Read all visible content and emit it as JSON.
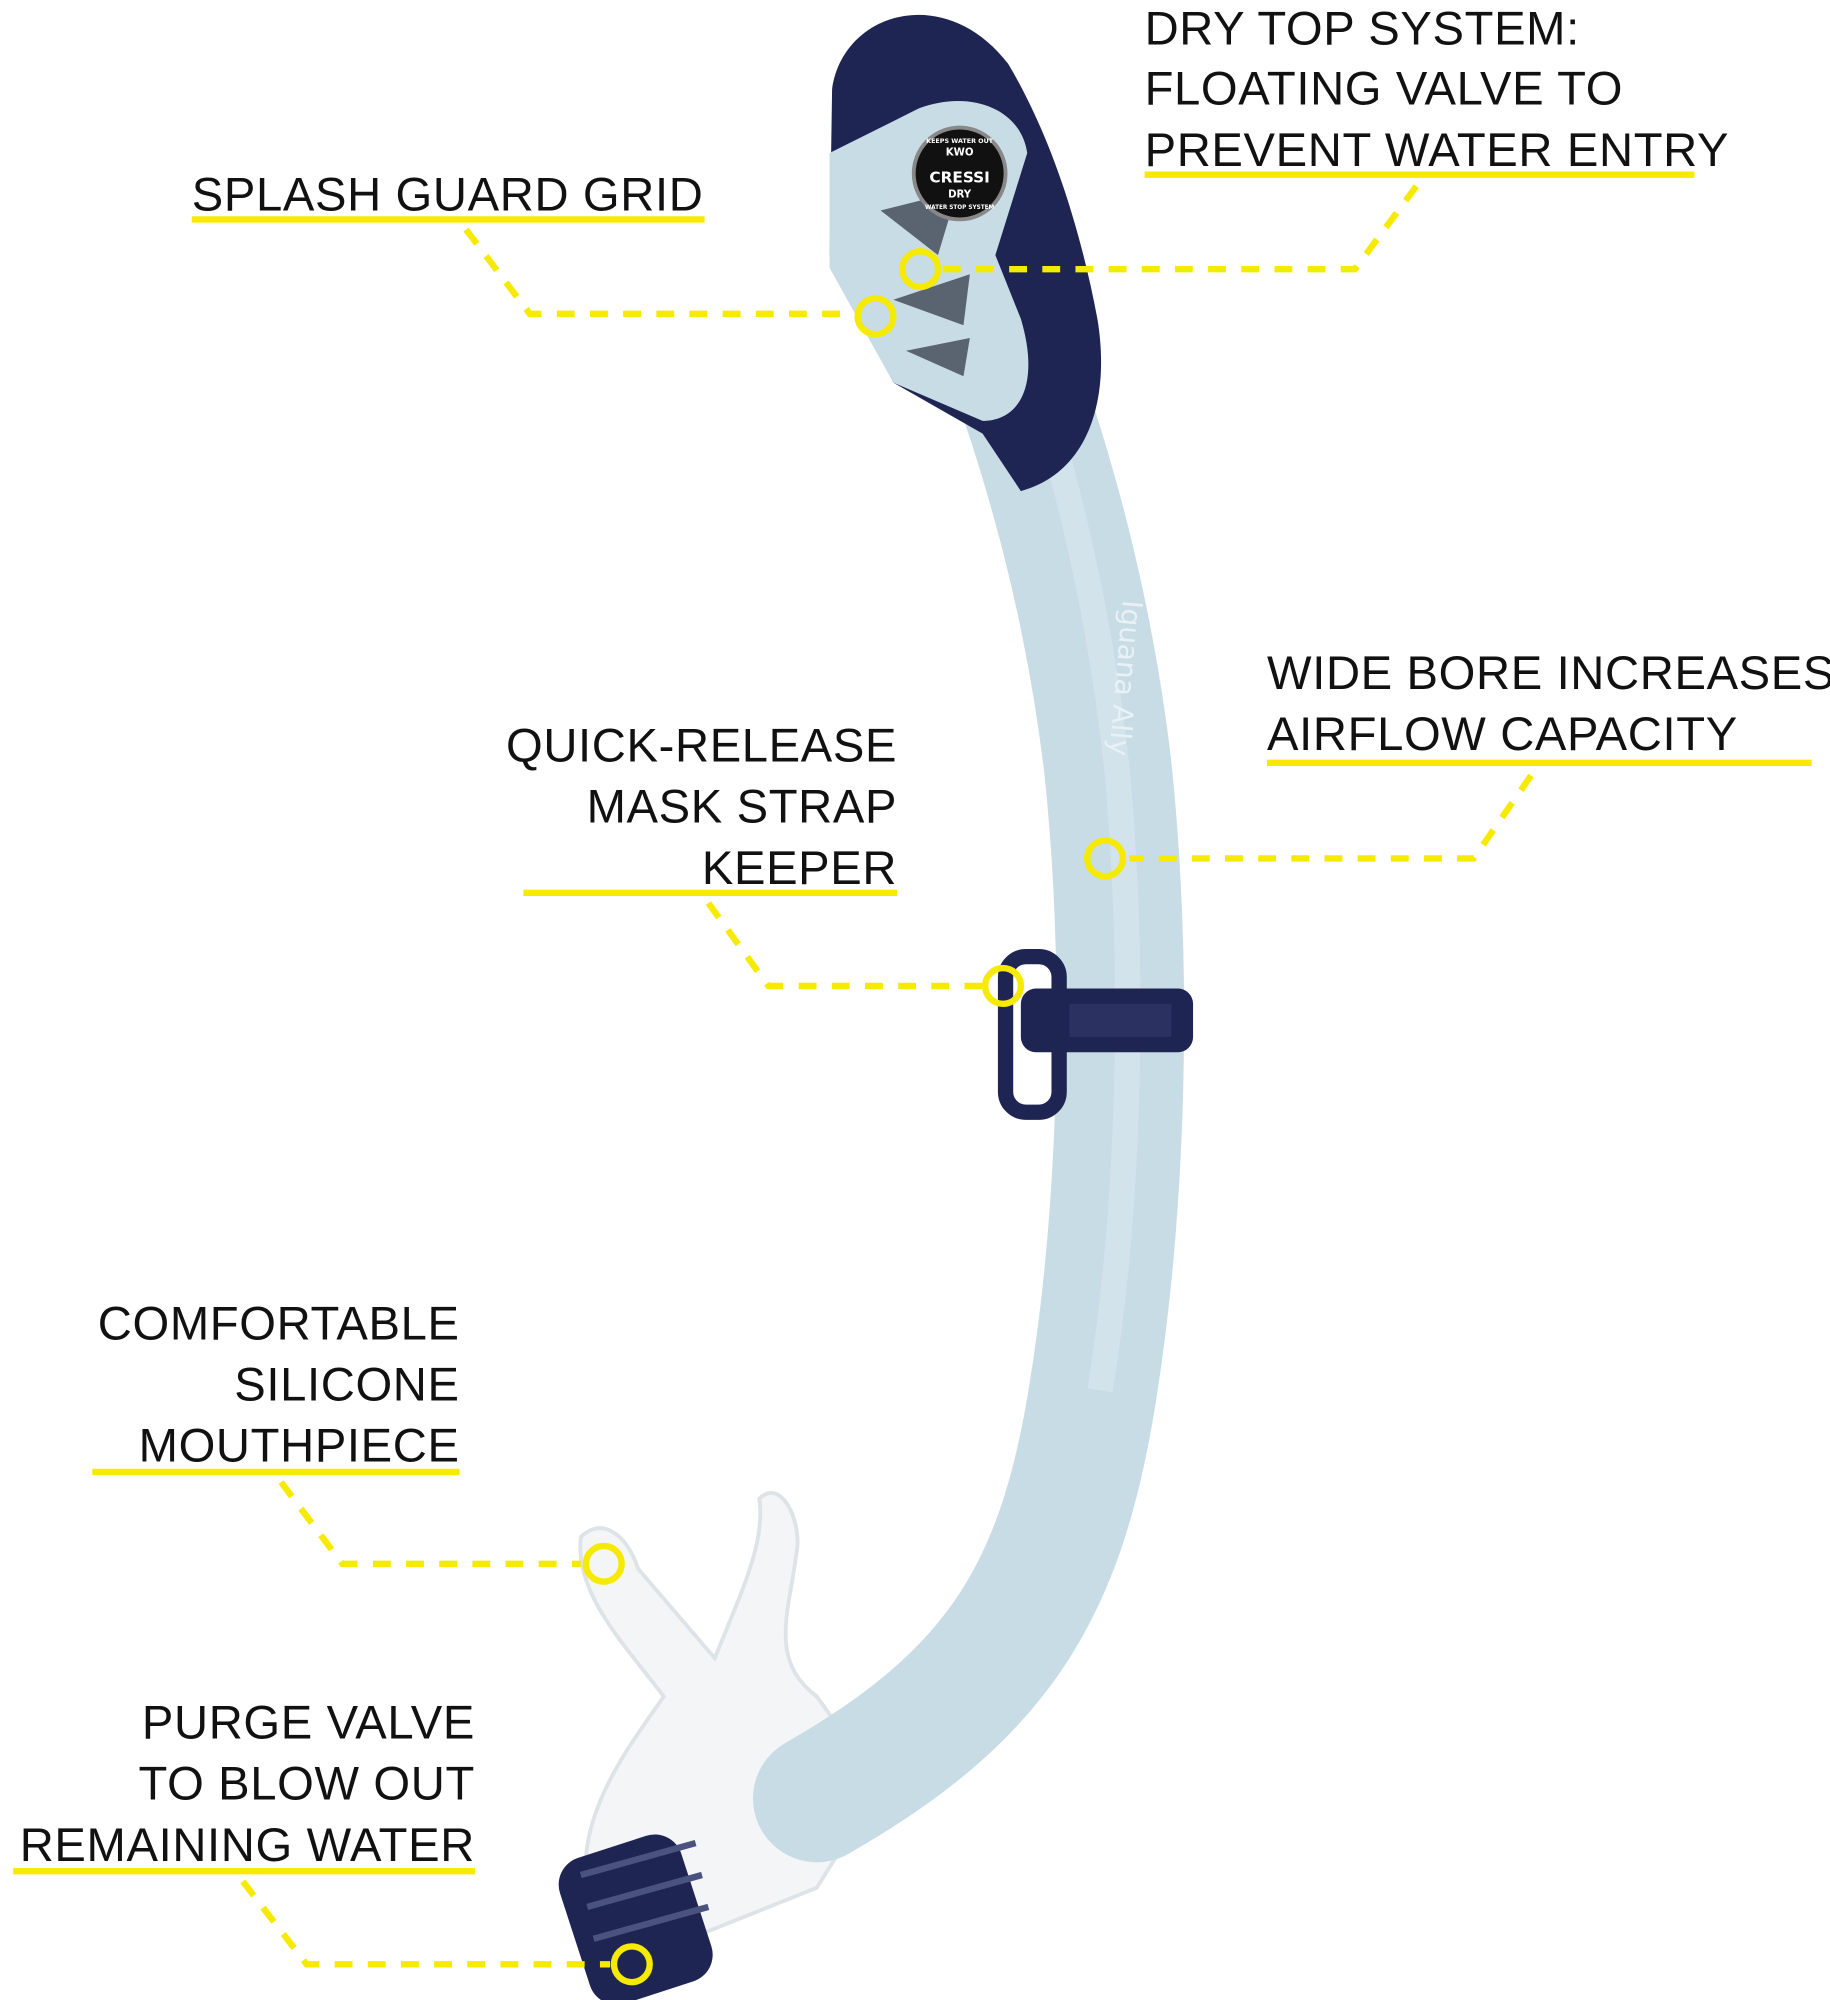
{
  "product": {
    "logo_top": "KEEPS WATER OUT",
    "logo_kwo": "KWO",
    "logo_brand": "CRESSI",
    "logo_dry": "DRY",
    "logo_bottom": "WATER STOP SYSTEM",
    "tube_mark": "Iguana Ally"
  },
  "colors": {
    "accent": "#f5ea00",
    "tube": "#c8dce6",
    "navy": "#1f2553",
    "text": "#111111"
  },
  "callouts": [
    {
      "id": "splash-guard-grid",
      "lines": [
        "SPLASH GUARD GRID"
      ]
    },
    {
      "id": "dry-top-system",
      "lines": [
        "DRY TOP SYSTEM:",
        "FLOATING VALVE TO",
        "PREVENT WATER ENTRY"
      ]
    },
    {
      "id": "wide-bore",
      "lines": [
        "WIDE BORE INCREASES",
        "AIRFLOW CAPACITY"
      ]
    },
    {
      "id": "quick-release",
      "lines": [
        "QUICK-RELEASE",
        "MASK STRAP",
        "KEEPER"
      ]
    },
    {
      "id": "mouthpiece",
      "lines": [
        "COMFORTABLE",
        "SILICONE",
        "MOUTHPIECE"
      ]
    },
    {
      "id": "purge-valve",
      "lines": [
        "PURGE VALVE",
        "TO BLOW OUT",
        "REMAINING WATER"
      ]
    }
  ]
}
